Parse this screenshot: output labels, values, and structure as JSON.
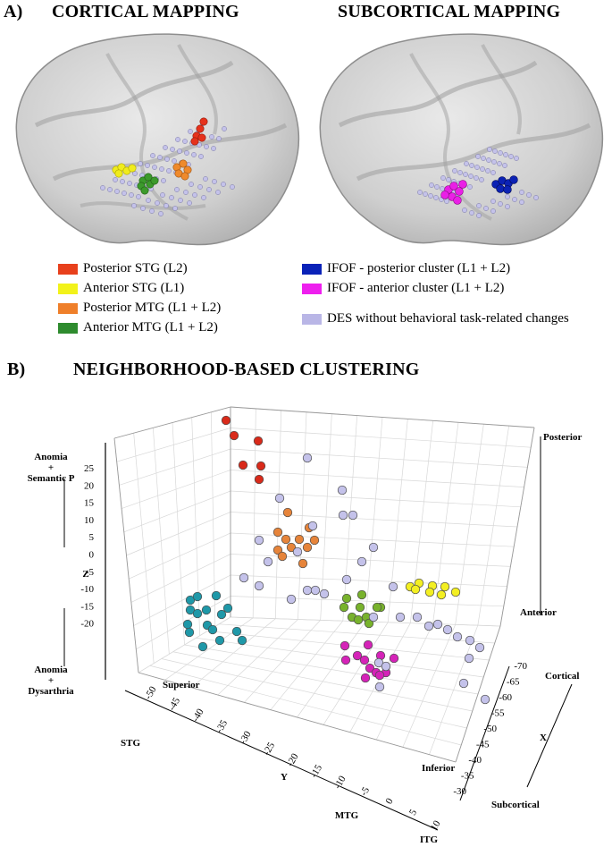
{
  "panel_a": {
    "label": "A)",
    "cortical_title": "CORTICAL MAPPING",
    "subcortical_title": "SUBCORTICAL MAPPING"
  },
  "legend_left": [
    {
      "label": "Posterior STG (L2)",
      "color": "#e8401c"
    },
    {
      "label": "Anterior STG (L1)",
      "color": "#f2f21a"
    },
    {
      "label": "Posterior MTG (L1 + L2)",
      "color": "#ef7f2a"
    },
    {
      "label": "Anterior MTG (L1 + L2)",
      "color": "#2e8b2e"
    }
  ],
  "legend_right": [
    {
      "label": "IFOF - posterior cluster (L1 + L2)",
      "color": "#0a22b8"
    },
    {
      "label": "IFOF - anterior cluster (L1 + L2)",
      "color": "#ee1fee"
    },
    {
      "label": "DES without behavioral task-related changes",
      "color": "#b9b6e6"
    }
  ],
  "panel_b": {
    "label": "B)",
    "title": "NEIGHBORHOOD-BASED CLUSTERING"
  },
  "axes": {
    "z_letter": "Z",
    "z_top_label": [
      "Anomia",
      "+",
      "Semantic P"
    ],
    "z_bottom_label": [
      "Anomia",
      "+",
      "Dysarthria"
    ],
    "z_ticks": [
      "25",
      "20",
      "15",
      "10",
      "5",
      "0",
      "-5",
      "-10",
      "-15",
      "-20"
    ],
    "y_letter": "Y",
    "y_ticks": [
      "-50",
      "-45",
      "-40",
      "-35",
      "-30",
      "-25",
      "-20",
      "-15",
      "-10",
      "-5",
      "0",
      "5",
      "10"
    ],
    "x_letter": "X",
    "x_ticks": [
      "-70",
      "-65",
      "-60",
      "-55",
      "-50",
      "-45",
      "-40",
      "-35",
      "-30"
    ],
    "superior": "Superior",
    "inferior": "Inferior",
    "posterior": "Posterior",
    "anterior": "Anterior",
    "cortical": "Cortical",
    "subcortical": "Subcortical",
    "stg": "STG",
    "mtg": "MTG",
    "itg": "ITG"
  },
  "colors": {
    "red": "#d92a1a",
    "orange": "#e6843a",
    "yellow": "#f3ef22",
    "green": "#78b22c",
    "teal": "#1f98a8",
    "magenta": "#d523b8",
    "lavender": "#c4c2ea"
  },
  "chart_data": {
    "type": "scatter",
    "title": "NEIGHBORHOOD-BASED CLUSTERING",
    "xlabel": "X",
    "ylabel": "Y",
    "zlabel": "Z",
    "xlim": [
      -70,
      -30
    ],
    "ylim": [
      -50,
      10
    ],
    "zlim": [
      -20,
      25
    ],
    "series": [
      {
        "color": "red",
        "count": 6
      },
      {
        "color": "orange",
        "count": 11
      },
      {
        "color": "yellow",
        "count": 8
      },
      {
        "color": "green",
        "count": 10
      },
      {
        "color": "teal",
        "count": 16
      },
      {
        "color": "magenta",
        "count": 12
      },
      {
        "color": "lavender",
        "count": 34
      }
    ]
  }
}
